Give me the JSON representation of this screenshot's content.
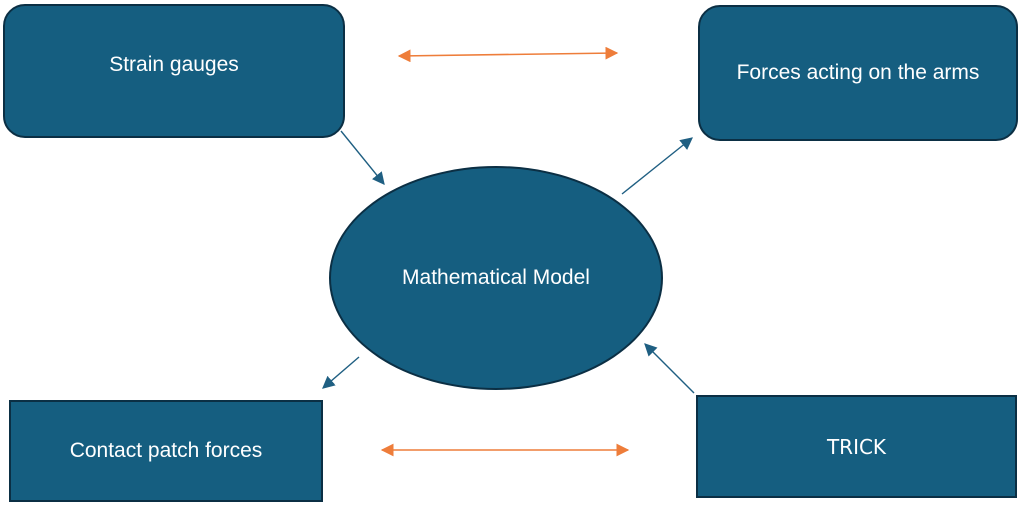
{
  "diagram": {
    "nodes": {
      "strain_gauges": "Strain gauges",
      "forces_on_arms": "Forces acting on the arms",
      "mathematical_model": "Mathematical Model",
      "contact_patch_forces": "Contact patch forces",
      "trick": "TRICK"
    },
    "edges": [
      {
        "from": "strain_gauges",
        "to": "mathematical_model",
        "style": "arrow"
      },
      {
        "from": "mathematical_model",
        "to": "forces_on_arms",
        "style": "arrow"
      },
      {
        "from": "mathematical_model",
        "to": "contact_patch_forces",
        "style": "arrow"
      },
      {
        "from": "trick",
        "to": "mathematical_model",
        "style": "arrow"
      },
      {
        "from": "strain_gauges",
        "to": "forces_on_arms",
        "style": "double-arrow"
      },
      {
        "from": "contact_patch_forces",
        "to": "trick",
        "style": "double-arrow"
      }
    ],
    "colors": {
      "node_fill": "#155e80",
      "node_border": "#0b2f44",
      "node_text": "#ffffff",
      "flow_arrow": "#1f5f82",
      "double_arrow": "#ee7d3a"
    }
  }
}
